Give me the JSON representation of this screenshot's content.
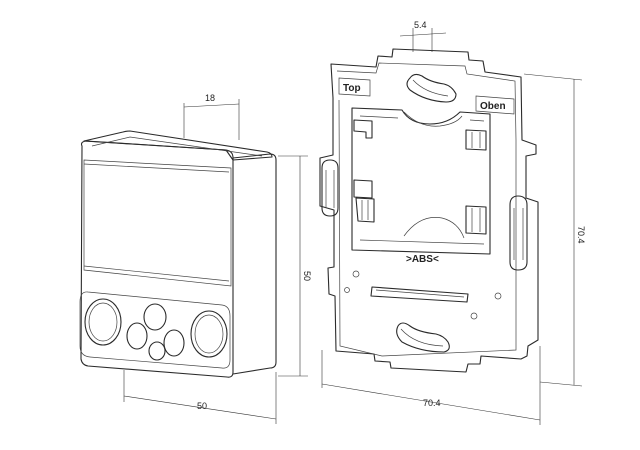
{
  "dimensions": {
    "module_depth": "18",
    "module_height": "50",
    "module_width": "50",
    "frame_offset": "5.4",
    "frame_height": "70.4",
    "frame_width": "70.4"
  },
  "labels": {
    "top": "Top",
    "oben": "Oben",
    "material": ">ABS<"
  }
}
